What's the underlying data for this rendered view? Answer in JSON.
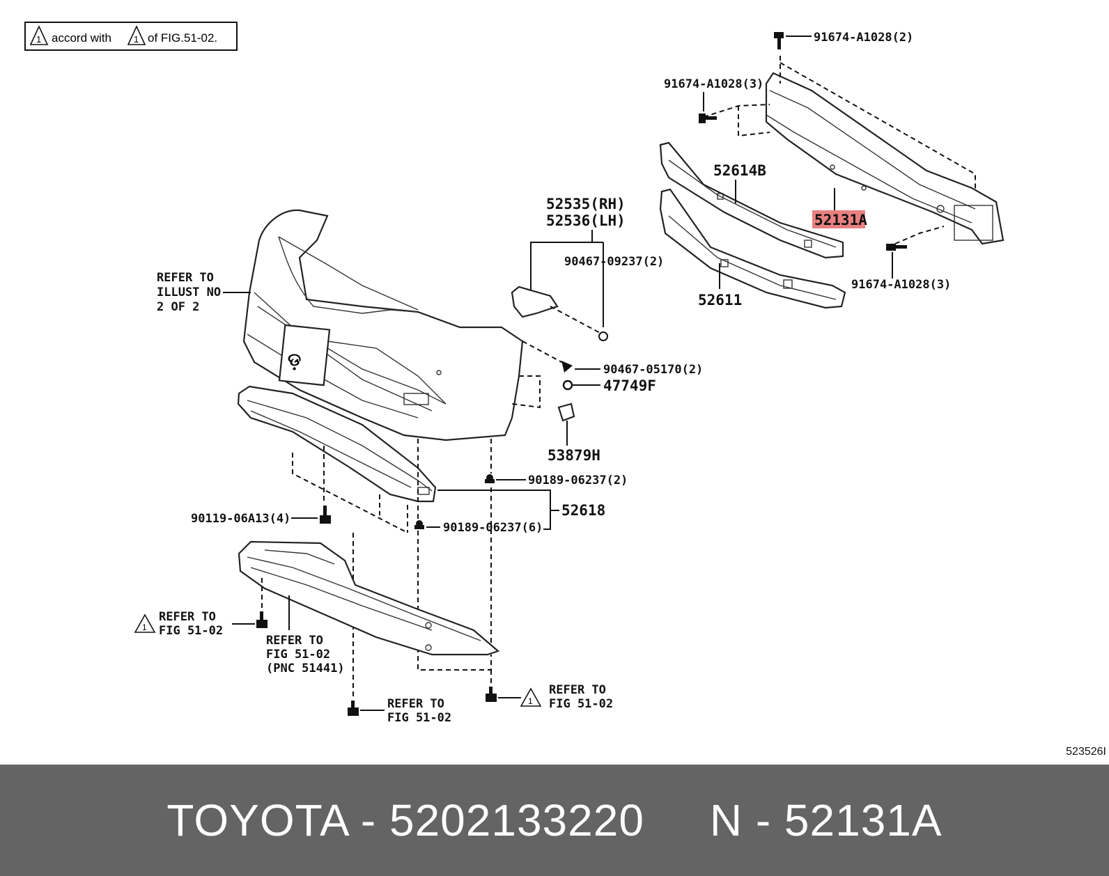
{
  "note": {
    "text_before": "accord with",
    "text_after": "of FIG.51-02.",
    "symbol": "1"
  },
  "labels": {
    "bolt_top": "91674-A1028(2)",
    "bolt_left": "91674-A1028(3)",
    "bolt_right": "91674-A1028(3)",
    "absorber_upper": "52614B",
    "reinforcement": "52131A",
    "absorber_lower": "52611",
    "bracket_rh": "52535(RH)",
    "bracket_lh": "52536(LH)",
    "clip_top": "90467-09237(2)",
    "clip_mid": "90467-05170(2)",
    "nut_part": "47749F",
    "seal_part": "53879H",
    "screw_upper": "90189-06237(2)",
    "screw_lower": "90189-06237(6)",
    "lower_cover": "52618",
    "bolt_lower": "90119-06A13(4)",
    "refer_illust": [
      "REFER TO",
      "ILLUST NO",
      "2 OF 2"
    ],
    "refer_left": [
      "REFER TO",
      "FIG 51-02"
    ],
    "refer_pnc": [
      "REFER TO",
      "FIG 51-02",
      "(PNC 51441)"
    ],
    "refer_bottom_mid": [
      "REFER TO",
      "FIG 51-02"
    ],
    "refer_bottom_right": [
      "REFER TO",
      "FIG 51-02"
    ]
  },
  "highlight_color": "#e88080",
  "ref_code": "523526I",
  "footer": {
    "brand": "TOYOTA",
    "part_number": "5202133220",
    "pnc": "N - 52131A",
    "text": "TOYOTA - 5202133220     N - 52131A"
  }
}
